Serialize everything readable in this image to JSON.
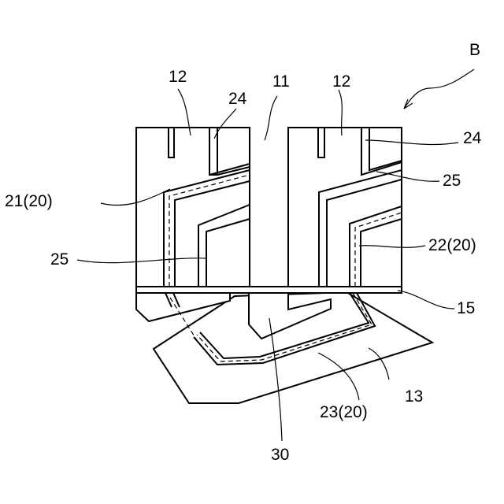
{
  "labels": {
    "view": "B",
    "slit": "11",
    "terminal_left": "12",
    "terminal_right": "12",
    "edge_left": "24",
    "edge_right": "24",
    "trace_first": "21(20)",
    "trace_second": "22(20)",
    "trace_third": "23(20)",
    "pad_left": "25",
    "pad_right": "25",
    "stiffener": "15",
    "flex_board": "13",
    "tab": "30"
  }
}
